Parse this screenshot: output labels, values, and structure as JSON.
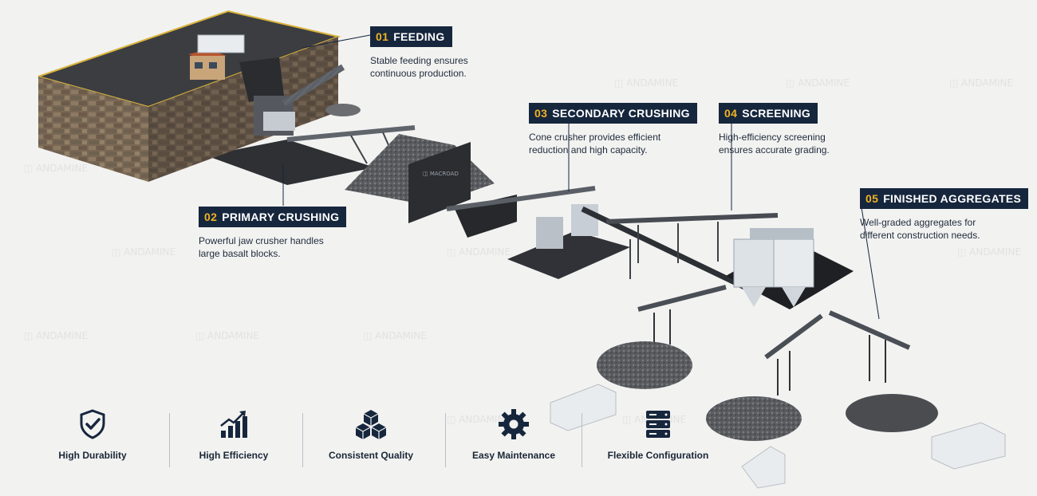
{
  "steps": [
    {
      "num": "01",
      "title": "FEEDING",
      "desc1": "Stable feeding ensures",
      "desc2": "continuous production."
    },
    {
      "num": "02",
      "title": "PRIMARY CRUSHING",
      "desc1": "Powerful jaw crusher handles",
      "desc2": "large basalt blocks."
    },
    {
      "num": "03",
      "title": "SECONDARY CRUSHING",
      "desc1": "Cone crusher provides efficient",
      "desc2": "reduction and high capacity."
    },
    {
      "num": "04",
      "title": "SCREENING",
      "desc1": "High-efficiency screening",
      "desc2": "ensures accurate grading."
    },
    {
      "num": "05",
      "title": "FINISHED AGGREGATES",
      "desc1": "Well-graded aggregates for",
      "desc2": "different construction needs."
    }
  ],
  "features": [
    {
      "label": "High Durability",
      "icon": "shield-check-icon"
    },
    {
      "label": "High Efficiency",
      "icon": "bar-chart-growth-icon"
    },
    {
      "label": "Consistent Quality",
      "icon": "cubes-icon"
    },
    {
      "label": "Easy Maintenance",
      "icon": "gear-icon"
    },
    {
      "label": "Flexible Configuration",
      "icon": "server-config-icon"
    }
  ],
  "colors": {
    "navy": "#16263d",
    "accent": "#f0b323",
    "background": "#f2f2f1",
    "icon": "#16263d"
  }
}
